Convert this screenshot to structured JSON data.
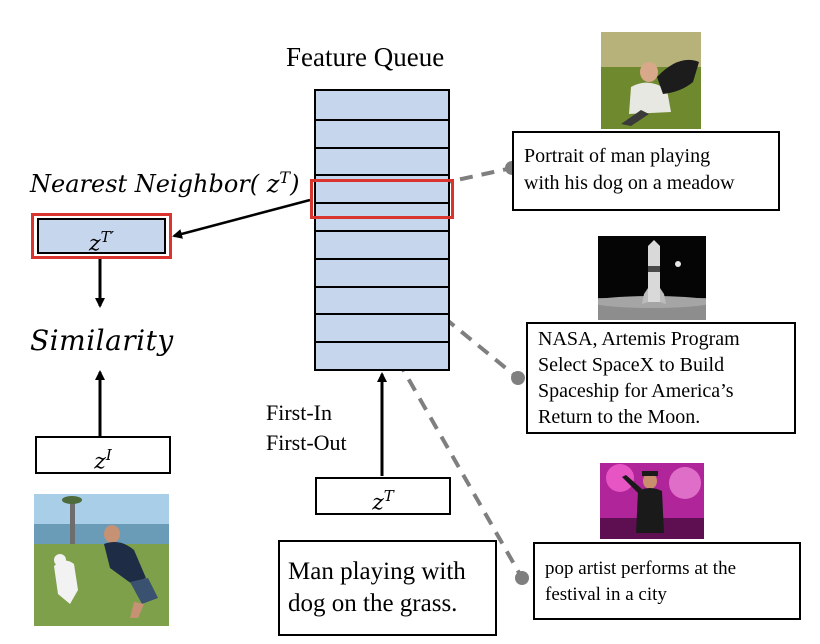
{
  "queue": {
    "title": "Feature Queue",
    "fifo_line1": "First-In",
    "fifo_line2": "First-Out",
    "slot_count": 10,
    "slot_color": "#c6d6ec",
    "highlight_color": "#d9352e"
  },
  "nn_label": "Nearest Neighbor( z",
  "nn_label_sup": "T",
  "nn_label_close": ")",
  "zt_prime": {
    "base": "z",
    "sup": "T′"
  },
  "zt": {
    "base": "z",
    "sup": "T"
  },
  "zi": {
    "base": "z",
    "sup": "I"
  },
  "similarity": "Similarity",
  "query_caption": {
    "line1": "Man playing with",
    "line2": "dog on the grass."
  },
  "captions": [
    {
      "line1": "Portrait of man playing",
      "line2": "with his dog on a meadow"
    },
    {
      "lines": [
        "NASA, Artemis Program",
        "Select SpaceX to Build",
        "Spaceship for America’s",
        "Return to the Moon."
      ]
    },
    {
      "line1": "pop artist performs at the",
      "line2": "festival in a city"
    }
  ],
  "images": {
    "meadow": "photo-man-with-dog-on-meadow",
    "rocket": "photo-rocket-on-moon",
    "concert": "photo-pop-artist-on-stage",
    "query": "photo-man-petting-dog-on-grass"
  },
  "colors": {
    "dash": "#7f7f7f",
    "highlight": "#d9352e",
    "slot": "#c6d6ec"
  }
}
